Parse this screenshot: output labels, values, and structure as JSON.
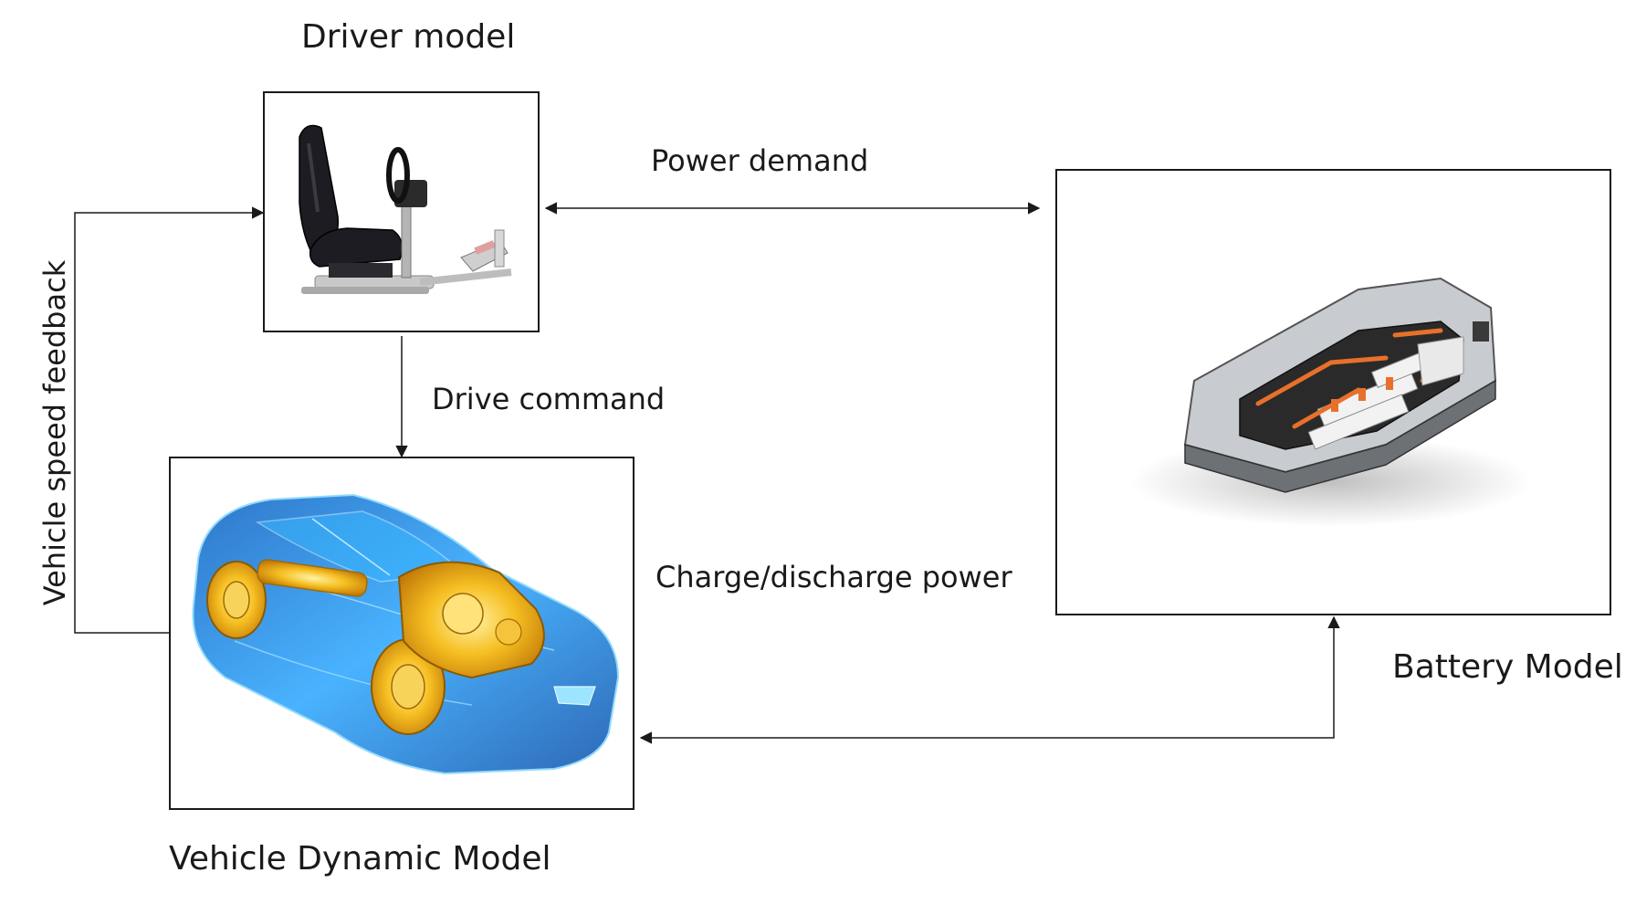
{
  "nodes": {
    "driver": {
      "title": "Driver model",
      "image": "racing-seat-simulator-icon"
    },
    "vehicle": {
      "title": "Vehicle Dynamic Model",
      "image": "xray-car-icon"
    },
    "battery": {
      "title": "Battery Model",
      "image": "battery-pack-icon"
    }
  },
  "edges": {
    "power_demand": {
      "label": "Power demand"
    },
    "drive_command": {
      "label": "Drive command"
    },
    "charge_discharge": {
      "label": "Charge/discharge power"
    },
    "speed_feedback": {
      "label": "Vehicle speed feedback"
    }
  },
  "colors": {
    "line": "#1a1a1a",
    "car_blue": "#1f8fe0",
    "engine_yellow": "#f2b21a",
    "battery_orange": "#e8702a",
    "battery_grey": "#b9bcc0"
  }
}
